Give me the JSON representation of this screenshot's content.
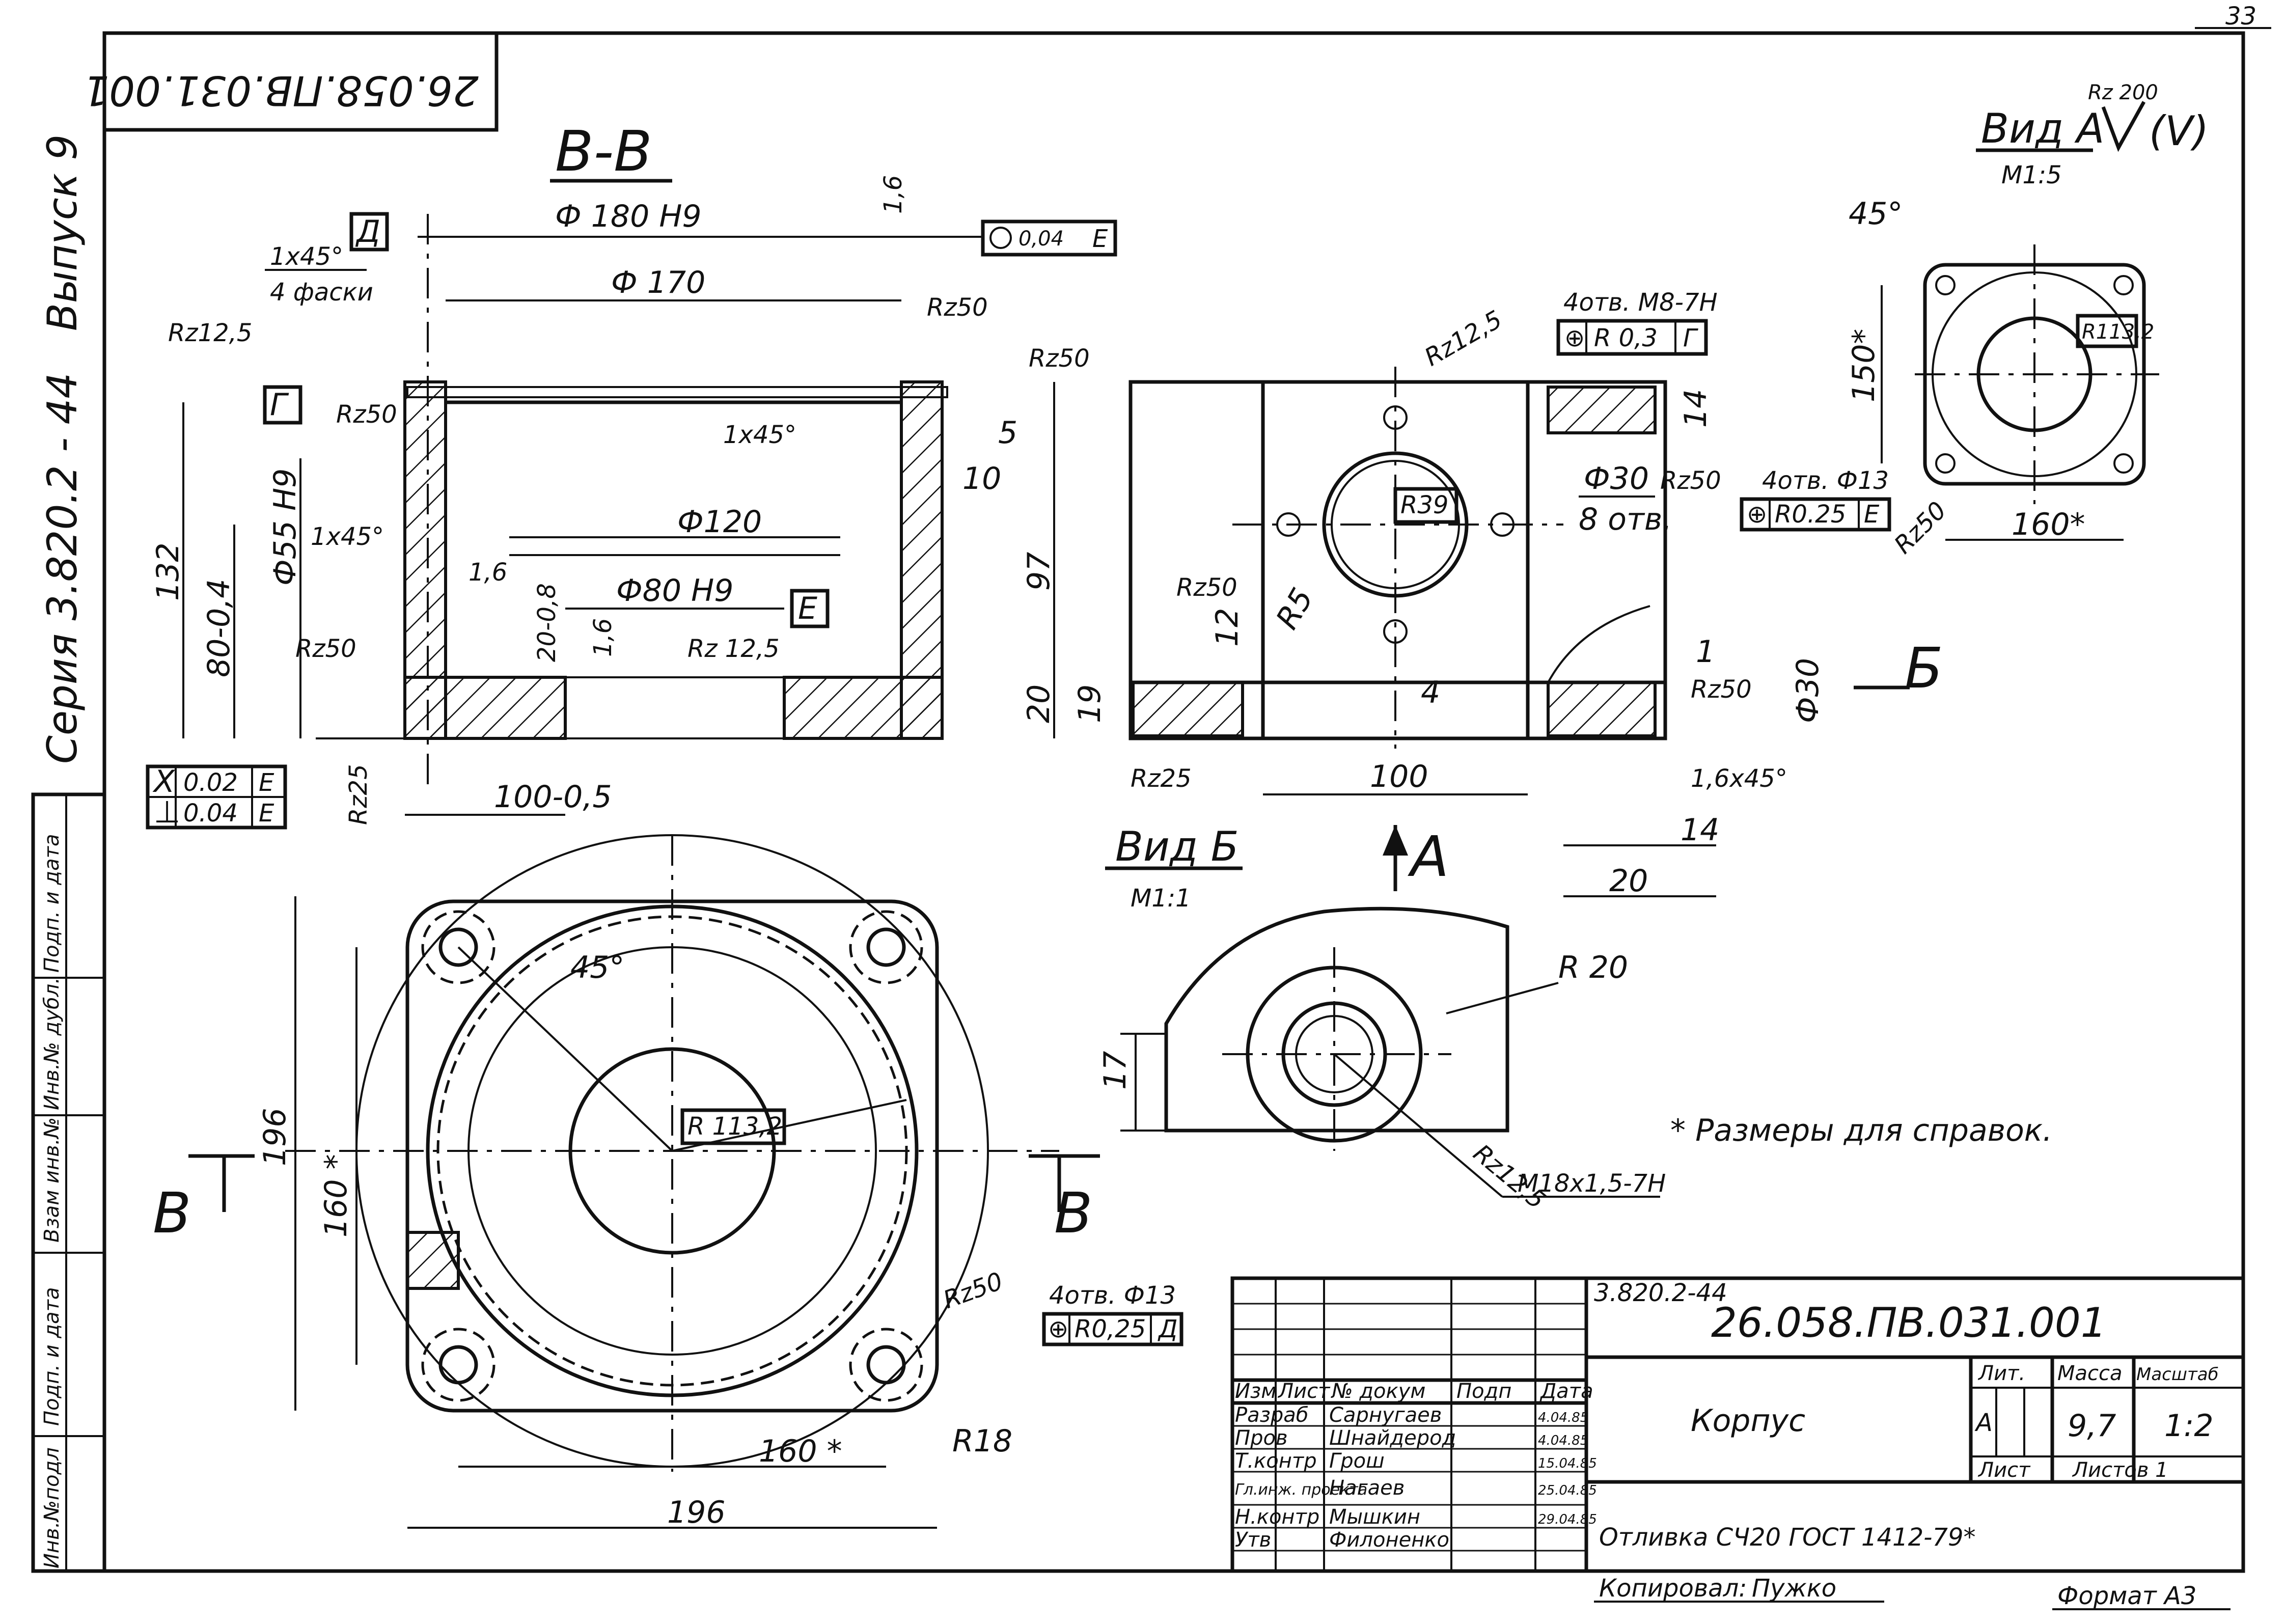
{
  "page_number": "33",
  "stamp_code_rotated": "26.058.ПВ.031.001",
  "side_labels": {
    "issue": "Выпуск 9",
    "series": "Серия 3.820.2 - 44"
  },
  "left_strip": [
    "Инв.№подл",
    "Подп. и дата",
    "Взам инв.№",
    "Инв.№ дубл.",
    "Подп. и дата"
  ],
  "views": {
    "section_title": "В-В",
    "view_a_title": "Вид А",
    "view_a_scale": "М1:5",
    "view_b_title": "Вид Б",
    "view_b_scale": "М1:1",
    "arrow_a": "А",
    "arrow_b": "Б",
    "arrow_v_left": "В",
    "arrow_v_right": "В"
  },
  "section_dims": {
    "d_top": "Ф 180 Н9",
    "d_170": "Ф 170",
    "chamfer": "1х45°",
    "chamfer_note": "4 фаски",
    "rz125": "Rz12,5",
    "rz50a": "Rz50",
    "rz50b": "Rz50",
    "rz50c": "Rz50",
    "rz50d": "Rz50",
    "rz25": "Rz25",
    "rz125b": "Rz 12,5",
    "chamfer2": "1х45°",
    "chamfer3": "1х45°",
    "d55": "Ф55 Н9",
    "d120": "Ф120",
    "d80": "Ф80 Н9",
    "h132": "132",
    "h80": "80-0,4",
    "h20": "20-0,8",
    "w100": "100-0,5",
    "s10": "10",
    "s5": "5",
    "r16a": "1,6",
    "r16b": "1,6",
    "r16c": "1,6",
    "datum_d": "Д",
    "datum_g": "Г",
    "datum_e": "Е",
    "tol_top": "0,04",
    "tol_top_datum": "Е",
    "tol1_val": "0.02",
    "tol1_datum": "Е",
    "tol2_val": "0.04",
    "tol2_datum": "Е"
  },
  "side_view_dims": {
    "rz125": "Rz12,5",
    "holes": "4отв. М8-7Н",
    "pos_tol": "R 0,3",
    "pos_datum": "Г",
    "r39": "R39",
    "d30": "Ф30",
    "holes8": "8 отв.",
    "rz50a": "Rz50",
    "rz50b": "Rz50",
    "rz50c": "Rz50",
    "rz25": "Rz25",
    "r5": "R5",
    "d30v": "Ф30",
    "h97": "97",
    "h20": "20",
    "h19": "19",
    "h12": "12",
    "h14": "14",
    "h1": "1",
    "h4": "4",
    "w100": "100",
    "chamfer": "1,6х45°",
    "w14": "14",
    "w20": "20"
  },
  "view_a_dims": {
    "roughness": "Rz 200",
    "angle": "45°",
    "h150": "150*",
    "r113": "R113,2",
    "holes": "4отв. Ф13",
    "pos_tol": "R0.25",
    "pos_datum": "Е",
    "rz50": "Rz50",
    "w160": "160*"
  },
  "view_b_dims": {
    "r20": "R 20",
    "h17": "17",
    "rz125": "Rz12,5",
    "thread": "М18х1,5-7Н"
  },
  "plan_dims": {
    "angle": "45°",
    "r113": "R 113,2",
    "h196": "196",
    "h160": "160 *",
    "w160": "160 *",
    "w196": "196",
    "r18": "R18",
    "rz50": "Rz50",
    "holes": "4отв. Ф13",
    "pos_tol": "R0,25",
    "pos_datum": "Д"
  },
  "note": "* Размеры для справок.",
  "title_block": {
    "series_code": "3.820.2-44",
    "doc_code": "26.058.ПВ.031.001",
    "part_name": "Корпус",
    "material": "Отливка СЧ20 ГОСТ 1412-79*",
    "header": [
      "Изм",
      "Лист",
      "№ докум",
      "Подп",
      "Дата"
    ],
    "rows": [
      {
        "role": "Разраб",
        "name": "Сарнугаев",
        "date": "4.04.85"
      },
      {
        "role": "Пров",
        "name": "Шнайдерод",
        "date": "4.04.85"
      },
      {
        "role": "Т.контр",
        "name": "Грош",
        "date": "15.04.85"
      },
      {
        "role": "Гл.инж. проекта",
        "name": "Нагаев",
        "date": "25.04.85"
      },
      {
        "role": "Н.контр",
        "name": "Мышкин",
        "date": "29.04.85"
      },
      {
        "role": "Утв",
        "name": "Филоненко",
        "date": ""
      }
    ],
    "lit_label": "Лит.",
    "mass_label": "Масса",
    "scale_label": "Масштаб",
    "lit_value": "А",
    "mass_value": "9,7",
    "scale_value": "1:2",
    "sheet_label": "Лист",
    "sheets_label": "Листов 1",
    "copied_label": "Копировал:",
    "copied_by": "Пужко",
    "format_label": "Формат А3"
  }
}
